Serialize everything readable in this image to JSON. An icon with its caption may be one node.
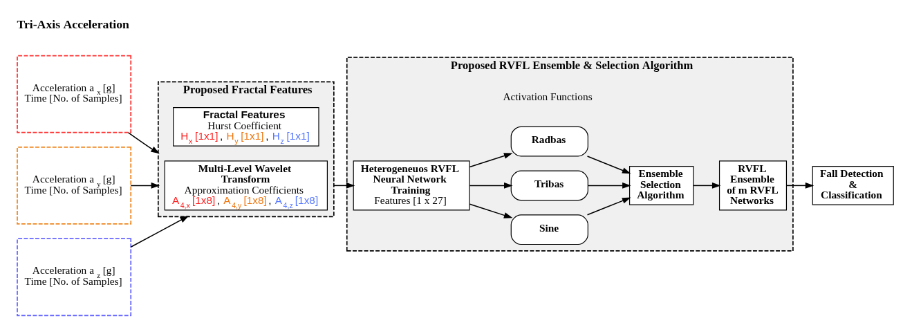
{
  "diagram": {
    "nodes": [
      {
        "text": [
          "Acceleration a$_{x}$ [g]",
          "Time [No. of Samples]"
        ]
      },
      {
        "text": [
          "Acceleration a$_{y}$ [g]",
          "Time [No. of Samples]"
        ]
      },
      {
        "text": [
          "Acceleration a$_{z}$ [g]",
          "Time [No. of Samples]"
        ]
      },
      {
        "text": [
          "Proposed Fractal Features"
        ]
      },
      {
        "text": [
          "Multi-Level Wavelet Transform",
          "Approximation Coefficients",
          "A$_{4,x}$ [1x8], A$_{4,y}$ [1x8], A$_{4,z}$ [1x8]"
        ],
        "in": 3
      },
      {
        "text": [
          "Fractal Features",
          "Hurst Coefficient",
          "H$_{x}$ [1x1], H$_{y}$ [1x1], H$_{z}$ [1x1]"
        ],
        "in": 3
      },
      {
        "text": [
          "Proposed RVFL Ensemble & Selection Algorithm"
        ]
      },
      {
        "text": [
          "Heterogeneuos RVFL Neural Network Training",
          "Features [1 x 27]"
        ],
        "in": 6
      },
      {
        "text": [
          "Sine"
        ],
        "in": 6
      },
      {
        "text": [
          "Tribas"
        ],
        "in": 6
      },
      {
        "text": [
          "Radbas"
        ],
        "in": 6
      },
      {
        "text": [
          "Ensemble Selection Algorithm"
        ],
        "in": 6
      },
      {
        "text": [
          "RVFL Ensemble of m RVFL Networks"
        ],
        "in": 6
      },
      {
        "text": [
          "Fall Detection & Classification"
        ]
      }
    ],
    "edges": [
      {
        "from": 0,
        "to": 3,
        "arrow": "to"
      },
      {
        "from": 1,
        "to": 3,
        "arrow": "to"
      },
      {
        "from": 2,
        "to": 3,
        "arrow": "to"
      },
      {
        "from": 3,
        "to": 7,
        "arrow": "to"
      },
      {
        "from": 7,
        "to": 8,
        "arrow": "to"
      },
      {
        "from": 7,
        "to": 9,
        "arrow": "to"
      },
      {
        "from": 7,
        "to": 10,
        "arrow": "to"
      },
      {
        "from": 8,
        "to": 11,
        "arrow": "to"
      },
      {
        "from": 9,
        "to": 11,
        "arrow": "to"
      },
      {
        "from": 10,
        "to": 11,
        "arrow": "to"
      },
      {
        "from": 11,
        "to": 12,
        "arrow": "to"
      },
      {
        "from": 12,
        "to": 13,
        "arrow": "to"
      }
    ],
    "labels": [
      "Tri-Axis Acceleration",
      "Activation Functions"
    ]
  }
}
